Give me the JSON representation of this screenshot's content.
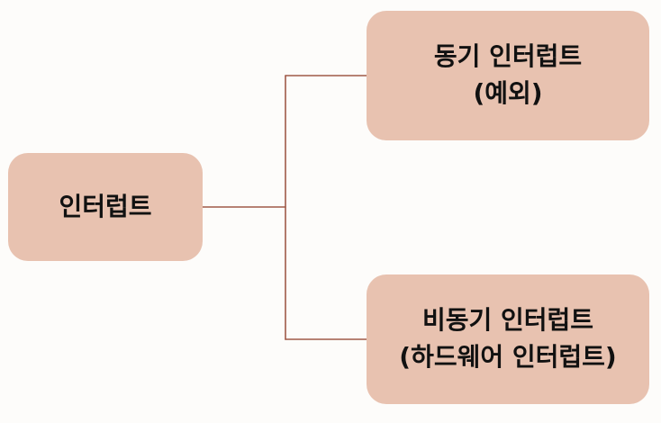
{
  "diagram": {
    "root": {
      "label": "인터럽트"
    },
    "children": [
      {
        "line1": "동기 인터럽트",
        "line2": "(예외)"
      },
      {
        "line1": "비동기 인터럽트",
        "line2": "(하드웨어 인터럽트)"
      }
    ],
    "colors": {
      "node_fill": "#e8c2b0",
      "connector": "#a05a48",
      "text": "#111111",
      "background": "#fdfcfa"
    }
  }
}
